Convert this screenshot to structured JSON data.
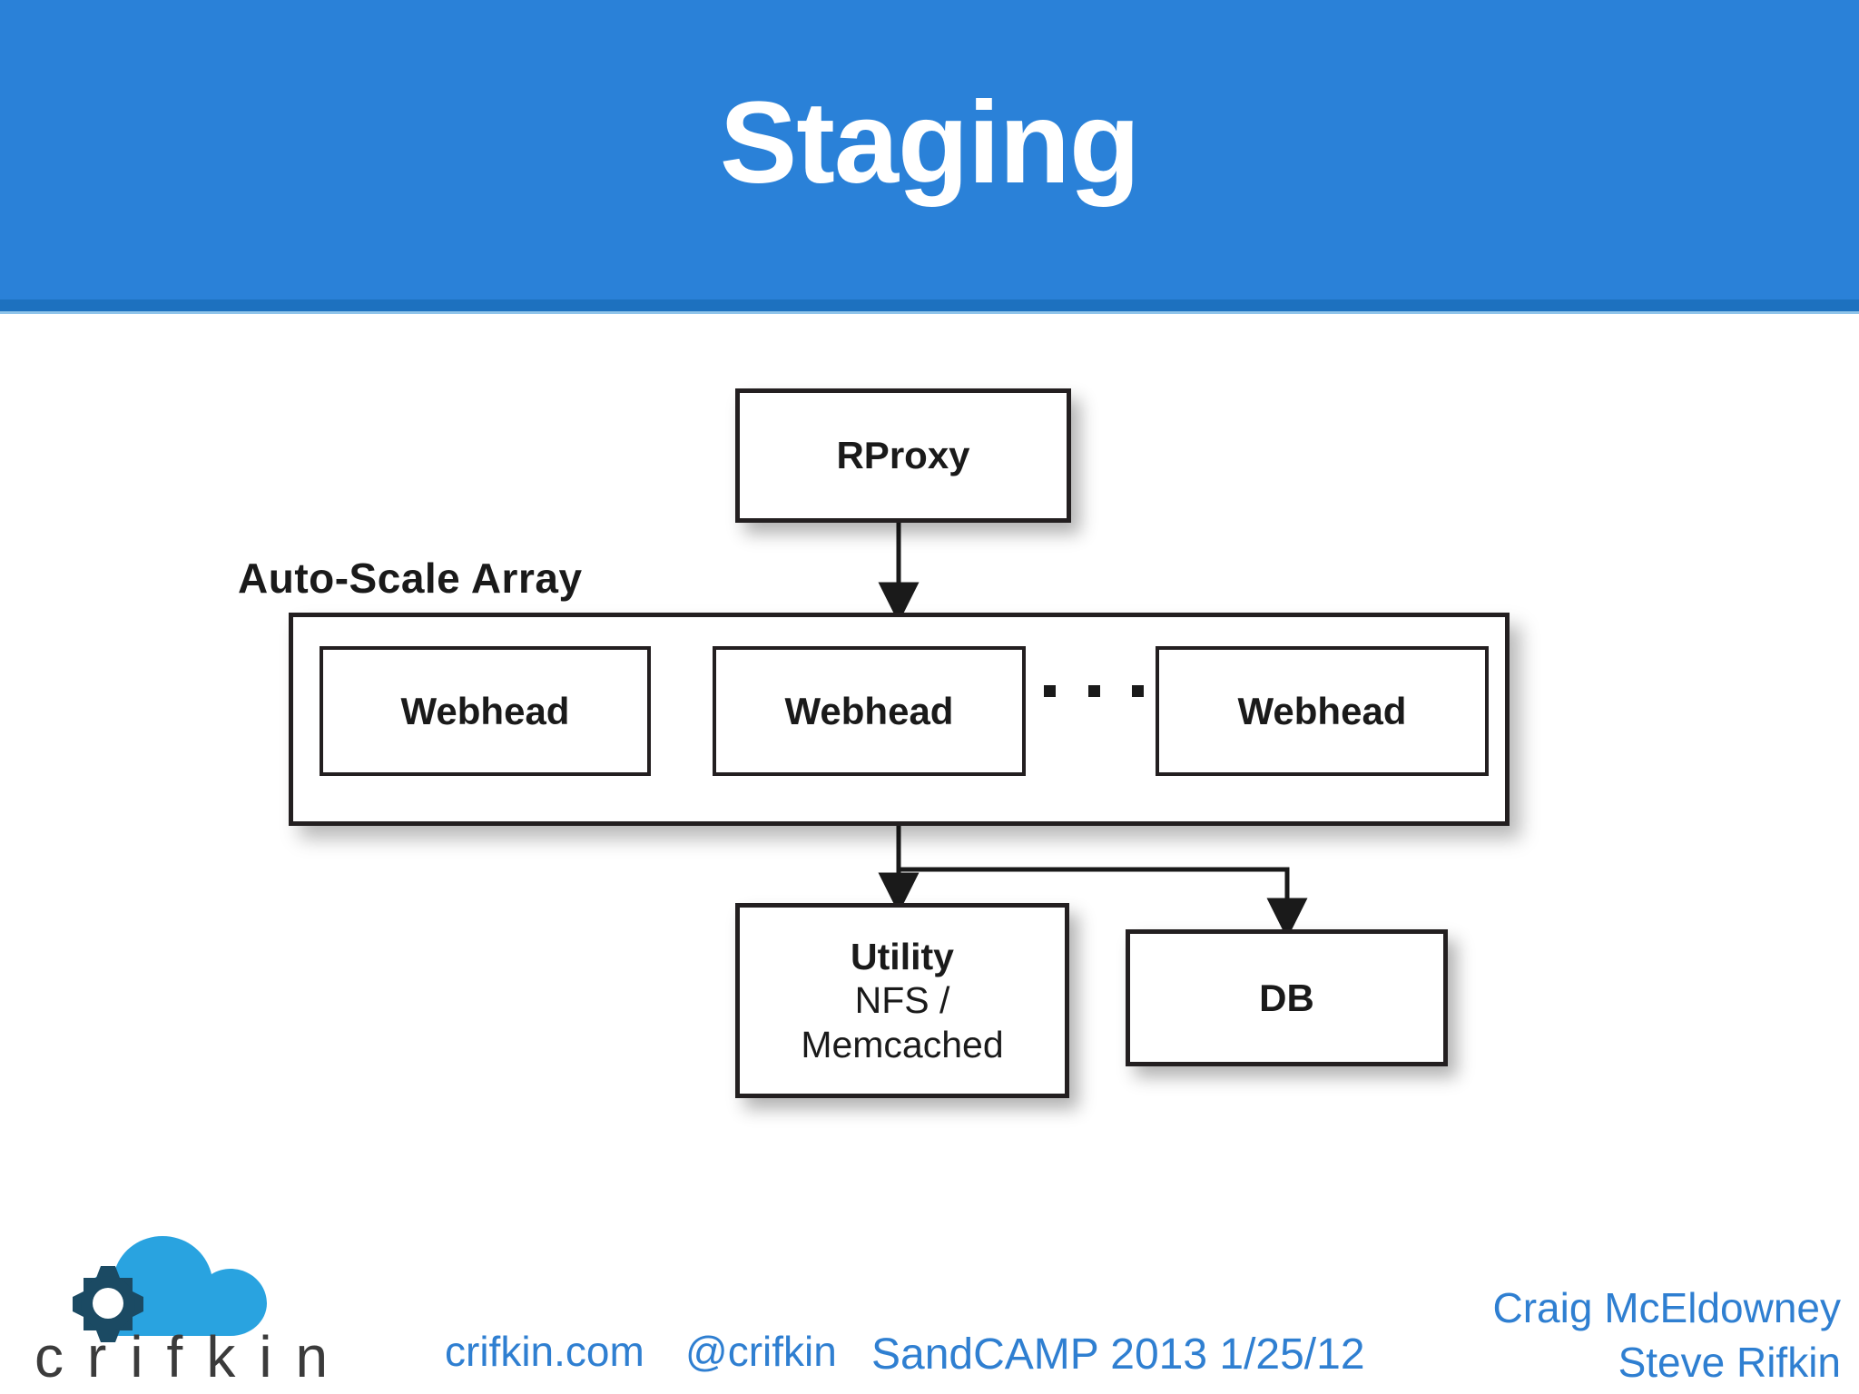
{
  "slide": {
    "title": "Staging",
    "header_bg": "#2a81d8",
    "header_stripe": "#1d71bf",
    "accent_link_color": "#2f7fd1"
  },
  "diagram": {
    "type": "architecture-flow",
    "nodes": {
      "rproxy": {
        "label": "RProxy"
      },
      "array": {
        "label": "Auto-Scale Array",
        "webheads": [
          {
            "label": "Webhead"
          },
          {
            "label": "Webhead"
          },
          {
            "label": "Webhead"
          }
        ],
        "ellipsis": "..."
      },
      "utility": {
        "line1": "Utility",
        "line2": "NFS /",
        "line3": "Memcached"
      },
      "db": {
        "label": "DB"
      }
    },
    "edges": [
      {
        "from": "rproxy",
        "to": "array",
        "style": "arrow-down"
      },
      {
        "from": "array",
        "to": "utility",
        "style": "arrow-down"
      },
      {
        "from": "array",
        "to": "db",
        "style": "elbow-right-down"
      }
    ]
  },
  "footer": {
    "logo_wordmark": "crifkin",
    "logo_cloud_color": "#29a3e0",
    "logo_gear_color": "#1b4a63",
    "website": "crifkin.com",
    "twitter": "@crifkin",
    "event": "SandCAMP 2013 1/25/12",
    "authors": [
      "Craig McEldowney",
      "Steve Rifkin"
    ]
  }
}
